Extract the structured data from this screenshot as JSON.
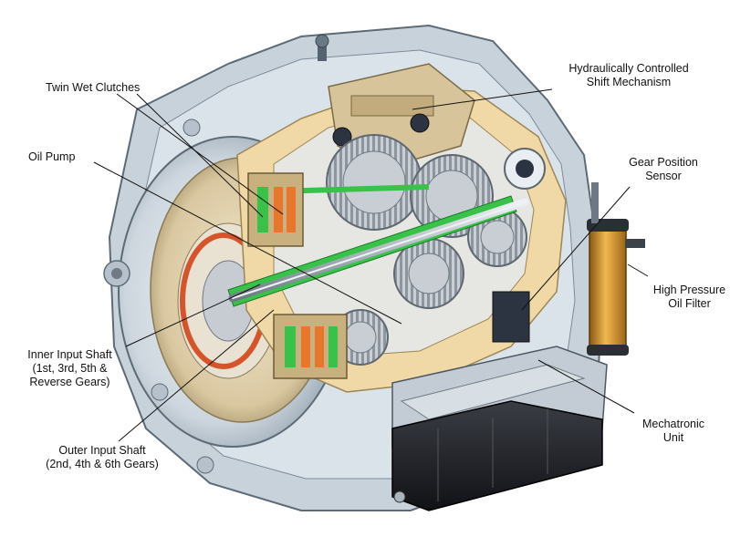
{
  "labels": {
    "twin_wet_clutches": "Twin Wet Clutches",
    "oil_pump": "Oil Pump",
    "inner_input_shaft": "Inner Input Shaft\n(1st, 3rd, 5th &\nReverse Gears)",
    "outer_input_shaft": "Outer Input Shaft\n(2nd, 4th & 6th Gears)",
    "hydraulic_shift": "Hydraulically Controlled\nShift Mechanism",
    "gear_position_sensor": "Gear Position\nSensor",
    "high_pressure_oil_filter": "High Pressure\nOil Filter",
    "mechatronic_unit": "Mechatronic\nUnit"
  },
  "colors": {
    "housing": "#cfd8e0",
    "housing_dark": "#8a99a6",
    "cutaway_tan": "#f0d9a6",
    "gear_steel": "#b9c0c6",
    "shaft_green": "#39c24a",
    "clutch_orange": "#e8762c",
    "filter_orange": "#e3a13a",
    "mechatronic_black": "#1d1f24"
  }
}
